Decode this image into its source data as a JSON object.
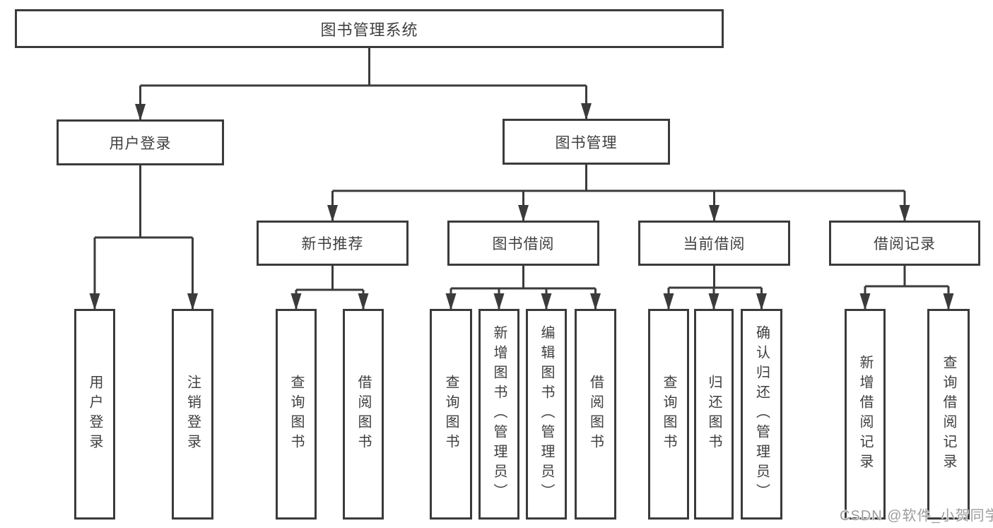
{
  "diagram": {
    "title": "图书管理系统",
    "nodes": [
      {
        "id": "root",
        "label": "图书管理系统",
        "level": 1
      },
      {
        "id": "user-login",
        "label": "用户登录",
        "level": 2
      },
      {
        "id": "book-mgmt",
        "label": "图书管理",
        "level": 2
      },
      {
        "id": "new-book-rec",
        "label": "新书推荐",
        "level": 3
      },
      {
        "id": "book-borrow",
        "label": "图书借阅",
        "level": 3
      },
      {
        "id": "current-borrow",
        "label": "当前借阅",
        "level": 3
      },
      {
        "id": "borrow-records",
        "label": "借阅记录",
        "level": 3
      },
      {
        "id": "login",
        "label": "用户登录",
        "level": 4,
        "vertical": true
      },
      {
        "id": "logout",
        "label": "注销登录",
        "level": 4,
        "vertical": true
      },
      {
        "id": "rec-query-book",
        "label": "查询图书",
        "level": 4,
        "vertical": true
      },
      {
        "id": "rec-borrow-book",
        "label": "借阅图书",
        "level": 4,
        "vertical": true
      },
      {
        "id": "bb-query-book",
        "label": "查询图书",
        "level": 4,
        "vertical": true
      },
      {
        "id": "bb-add-book",
        "label": "新增图书（管理员）",
        "level": 4,
        "vertical": true
      },
      {
        "id": "bb-edit-book",
        "label": "编辑图书（管理员）",
        "level": 4,
        "vertical": true
      },
      {
        "id": "bb-borrow-book",
        "label": "借阅图书",
        "level": 4,
        "vertical": true
      },
      {
        "id": "cb-query-book",
        "label": "查询图书",
        "level": 4,
        "vertical": true
      },
      {
        "id": "cb-return-book",
        "label": "归还图书",
        "level": 4,
        "vertical": true
      },
      {
        "id": "cb-confirm-return",
        "label": "确认归还（管理员）",
        "level": 4,
        "vertical": true
      },
      {
        "id": "br-add-record",
        "label": "新增借阅记录",
        "level": 4,
        "vertical": true
      },
      {
        "id": "br-query-record",
        "label": "查询借阅记录",
        "level": 4,
        "vertical": true
      }
    ],
    "edges": [
      {
        "from": "root",
        "to": [
          "user-login",
          "book-mgmt"
        ]
      },
      {
        "from": "user-login",
        "to": [
          "login",
          "logout"
        ]
      },
      {
        "from": "book-mgmt",
        "to": [
          "new-book-rec",
          "book-borrow",
          "current-borrow",
          "borrow-records"
        ]
      },
      {
        "from": "new-book-rec",
        "to": [
          "rec-query-book",
          "rec-borrow-book"
        ]
      },
      {
        "from": "book-borrow",
        "to": [
          "bb-query-book",
          "bb-add-book",
          "bb-edit-book",
          "bb-borrow-book"
        ]
      },
      {
        "from": "current-borrow",
        "to": [
          "cb-query-book",
          "cb-return-book",
          "cb-confirm-return"
        ]
      },
      {
        "from": "borrow-records",
        "to": [
          "br-add-record",
          "br-query-record"
        ]
      }
    ]
  },
  "watermark": "CSDN @软件_小贺同学",
  "colors": {
    "line": "#3b3b3b",
    "text": "#3f3f3f",
    "watermark": "#9c9c9c",
    "background": "#ffffff"
  }
}
